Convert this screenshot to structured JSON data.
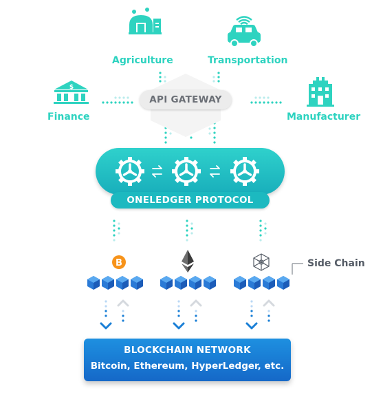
{
  "sectors": {
    "agriculture": "Agriculture",
    "transportation": "Transportation",
    "finance": "Finance",
    "manufacturer": "Manufacturer"
  },
  "gateway": {
    "label": "API GATEWAY"
  },
  "protocol": {
    "label": "ONELEDGER PROTOCOL"
  },
  "side_chain": {
    "label": "Side Chain"
  },
  "network": {
    "title": "BLOCKCHAIN NETWORK",
    "subtitle": "Bitcoin, Ethereum, HyperLedger, etc."
  },
  "icons": {
    "agriculture": "barn-icon",
    "transportation": "car-icon",
    "finance": "bank-icon",
    "manufacturer": "factory-icon",
    "protocol_nodes": "gear-icon",
    "bitcoin": "bitcoin-icon",
    "ethereum": "ethereum-icon",
    "hyperledger": "hyperledger-icon",
    "chain": "block-chain-icon"
  },
  "colors": {
    "sector_accent": "#2ed3c0",
    "protocol": "#1cb9c0",
    "network": "#1a7fd6",
    "blocks": "#2f7fdc",
    "bitcoin": "#f7931a"
  }
}
